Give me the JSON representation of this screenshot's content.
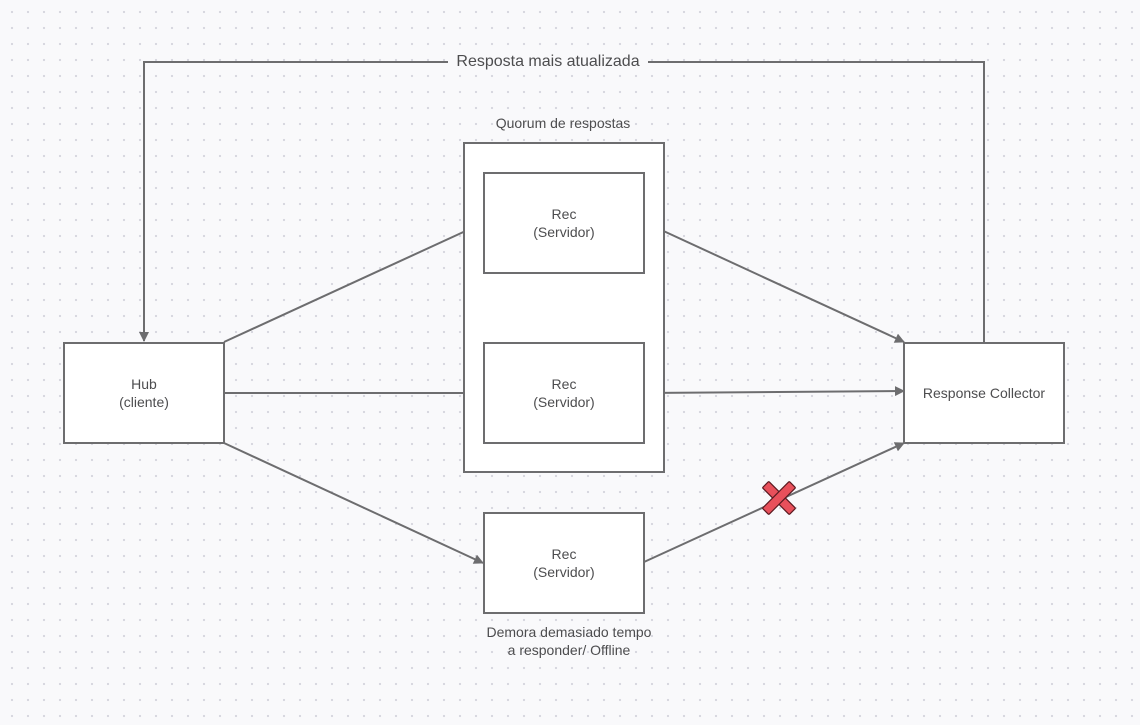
{
  "colors": {
    "background": "#f9f9fb",
    "stroke": "#6d6d6f",
    "text": "#4d4d4f",
    "cross": "#e8505b"
  },
  "nodes": {
    "hub": {
      "line1": "Hub",
      "line2": "(cliente)"
    },
    "rec_top": {
      "line1": "Rec",
      "line2": "(Servidor)"
    },
    "rec_middle": {
      "line1": "Rec",
      "line2": "(Servidor)"
    },
    "rec_bottom": {
      "line1": "Rec",
      "line2": "(Servidor)"
    },
    "collector": {
      "label": "Response Collector"
    }
  },
  "labels": {
    "feedback": "Resposta mais atualizada",
    "quorum": "Quorum de respostas",
    "delay_line1": "Demora demasiado tempo",
    "delay_line2": "a responder/ Offline"
  },
  "icons": {
    "failed_connection": "cross-icon"
  }
}
